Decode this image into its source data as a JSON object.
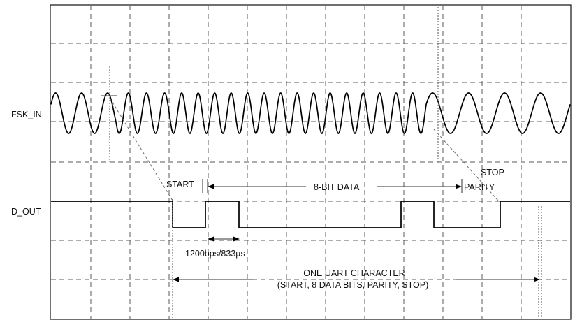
{
  "signals": {
    "fsk_in": "FSK_IN",
    "d_out": "D_OUT"
  },
  "annotations": {
    "start": "START",
    "data_bits": "8-BIT DATA",
    "stop": "STOP",
    "parity": "PARITY",
    "bit_time": "1200bps/833µs",
    "character_line1": "ONE UART CHARACTER",
    "character_line2": "(START, 8 DATA BITS, PARITY, STOP)"
  },
  "d_out_levels": [
    1,
    0,
    1,
    0,
    0,
    0,
    0,
    1,
    0,
    1
  ]
}
